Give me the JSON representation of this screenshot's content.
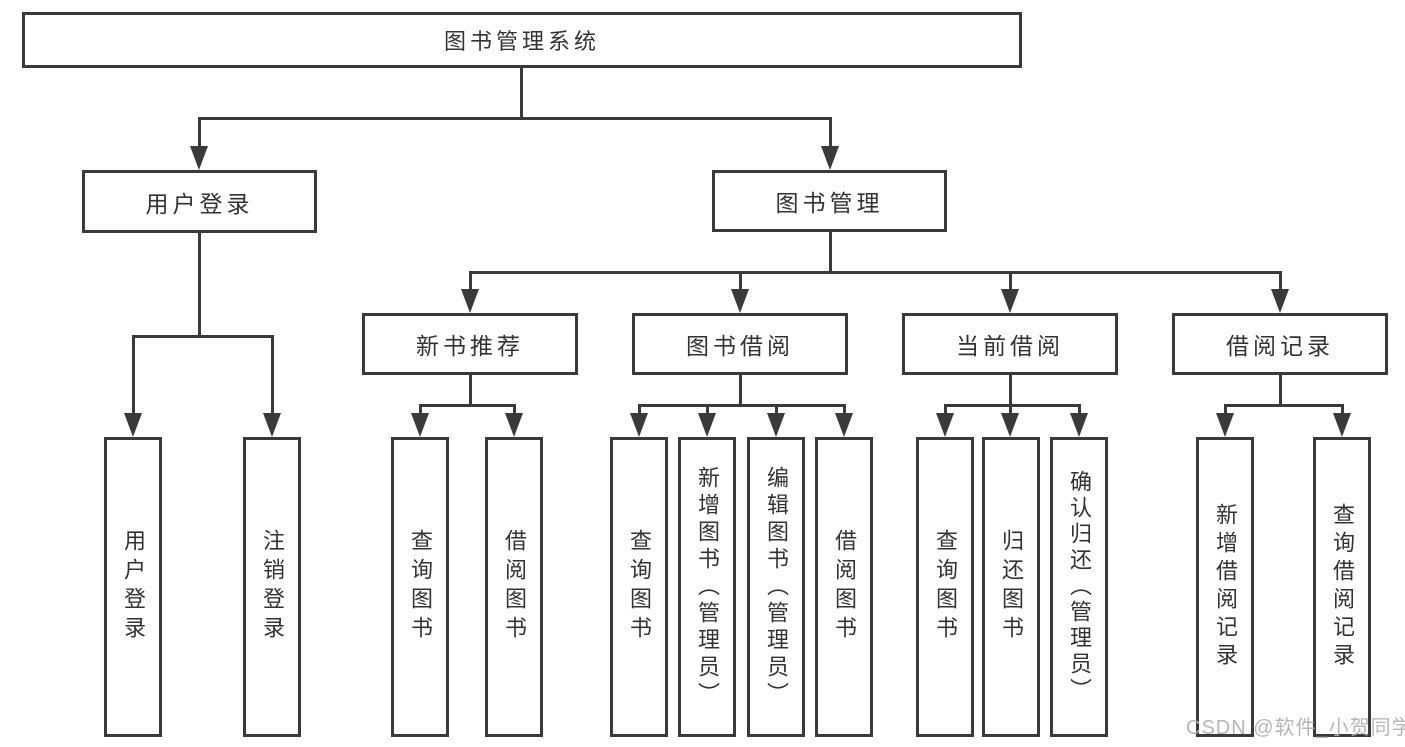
{
  "diagram": {
    "title": "图书管理系统",
    "type": "hierarchy-tree",
    "colors": {
      "line": "#3a3a3a",
      "text": "#333333",
      "background": "#ffffff",
      "watermark": "#b2b2b2"
    },
    "watermark": "CSDN @软件_小贺同学",
    "nodes": {
      "root": "图书管理系统",
      "user_login": "用户登录",
      "book_management": "图书管理",
      "new_book_recommend": "新书推荐",
      "book_borrowing": "图书借阅",
      "current_borrowing": "当前借阅",
      "borrowing_records": "借阅记录",
      "leaf_user_login": "用户登录",
      "leaf_logout": "注销登录",
      "leaf_query_book_recommend": "查询图书",
      "leaf_borrow_book_recommend": "借阅图书",
      "leaf_query_book_borrowing": "查询图书",
      "leaf_add_book_admin": "新增图书（管理员）",
      "leaf_edit_book_admin": "编辑图书（管理员）",
      "leaf_borrow_book_borrowing": "借阅图书",
      "leaf_query_book_current": "查询图书",
      "leaf_return_book": "归还图书",
      "leaf_confirm_return_admin": "确认归还（管理员）",
      "leaf_add_borrow_record": "新增借阅记录",
      "leaf_query_borrow_record": "查询借阅记录"
    },
    "structure": {
      "图书管理系统": {
        "用户登录": [
          "用户登录",
          "注销登录"
        ],
        "图书管理": {
          "新书推荐": [
            "查询图书",
            "借阅图书"
          ],
          "图书借阅": [
            "查询图书",
            "新增图书（管理员）",
            "编辑图书（管理员）",
            "借阅图书"
          ],
          "当前借阅": [
            "查询图书",
            "归还图书",
            "确认归还（管理员）"
          ],
          "借阅记录": [
            "新增借阅记录",
            "查询借阅记录"
          ]
        }
      }
    }
  }
}
